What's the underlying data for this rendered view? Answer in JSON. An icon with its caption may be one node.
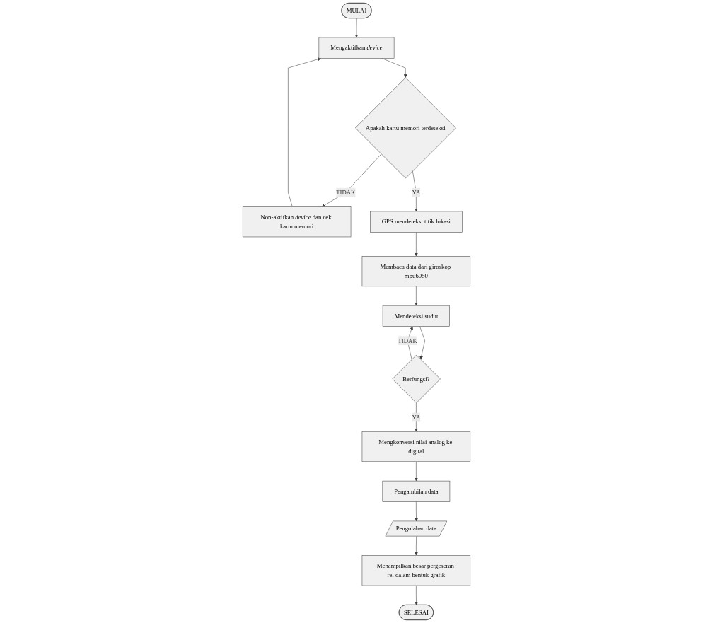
{
  "diagram": {
    "nodes": [
      {
        "text": [
          "MULAI"
        ]
      },
      {
        "text": [
          "Mengaktifkan *device*"
        ]
      },
      {
        "text": [
          "Apakah kartu memori terdeteksi"
        ]
      },
      {
        "text": [
          "Non-aktifkan *device* dan cek kartu memori"
        ]
      },
      {
        "text": [
          "GPS mendeteksi titik lokasi"
        ]
      },
      {
        "text": [
          "Membaca data dari giroskop mpu6050"
        ]
      },
      {
        "text": [
          "Mendeteksi sudut"
        ]
      },
      {
        "text": [
          "Berfungsi?"
        ]
      },
      {
        "text": [
          "Mengkonversi nilai analog ke digital"
        ]
      },
      {
        "text": [
          "Pengambilan data"
        ]
      },
      {
        "text": [
          "Pengolahan data"
        ]
      },
      {
        "text": [
          "Menampilkan besar pergeseran rel dalam bentuk grafik"
        ]
      },
      {
        "text": [
          "SELESAI"
        ]
      }
    ],
    "edges": [
      {
        "from": 0,
        "to": 1,
        "arrow": "to"
      },
      {
        "from": 1,
        "to": 2,
        "arrow": "to"
      },
      {
        "from": 2,
        "to": 3,
        "label": "TIDAK",
        "arrow": "to"
      },
      {
        "from": 3,
        "to": 1,
        "arrow": "to"
      },
      {
        "from": 2,
        "to": 4,
        "label": "YA",
        "arrow": "to"
      },
      {
        "from": 4,
        "to": 5,
        "arrow": "to"
      },
      {
        "from": 5,
        "to": 6,
        "arrow": "to"
      },
      {
        "from": 6,
        "to": 7,
        "arrow": "to"
      },
      {
        "from": 7,
        "to": 6,
        "label": "TIDAK",
        "arrow": "to"
      },
      {
        "from": 7,
        "to": 8,
        "label": "YA",
        "arrow": "to"
      },
      {
        "from": 8,
        "to": 9,
        "arrow": "to"
      },
      {
        "from": 9,
        "to": 10,
        "arrow": "to"
      },
      {
        "from": 10,
        "to": 11,
        "arrow": "to"
      },
      {
        "from": 11,
        "to": 12,
        "arrow": "to"
      }
    ]
  }
}
